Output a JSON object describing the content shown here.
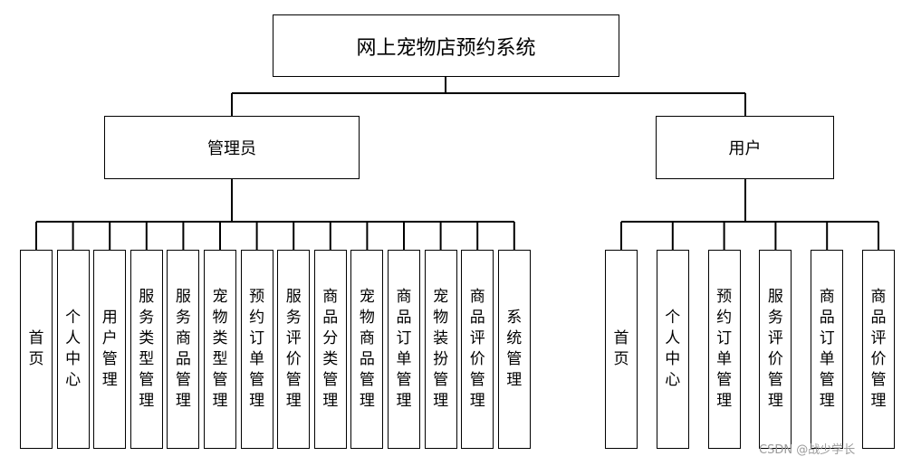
{
  "root": {
    "label": "网上宠物店预约系统"
  },
  "admin": {
    "label": "管理员",
    "items": [
      "首页",
      "个人中心",
      "用户管理",
      "服务类型管理",
      "服务商品管理",
      "宠物类型管理",
      "预约订单管理",
      "服务评价管理",
      "商品分类管理",
      "宠物商品管理",
      "商品订单管理",
      "宠物装扮管理",
      "商品评价管理",
      "系统管理"
    ]
  },
  "user": {
    "label": "用户",
    "items": [
      "首页",
      "个人中心",
      "预约订单管理",
      "服务评价管理",
      "商品订单管理",
      "商品评价管理"
    ]
  },
  "watermark": "CSDN @战少学长"
}
